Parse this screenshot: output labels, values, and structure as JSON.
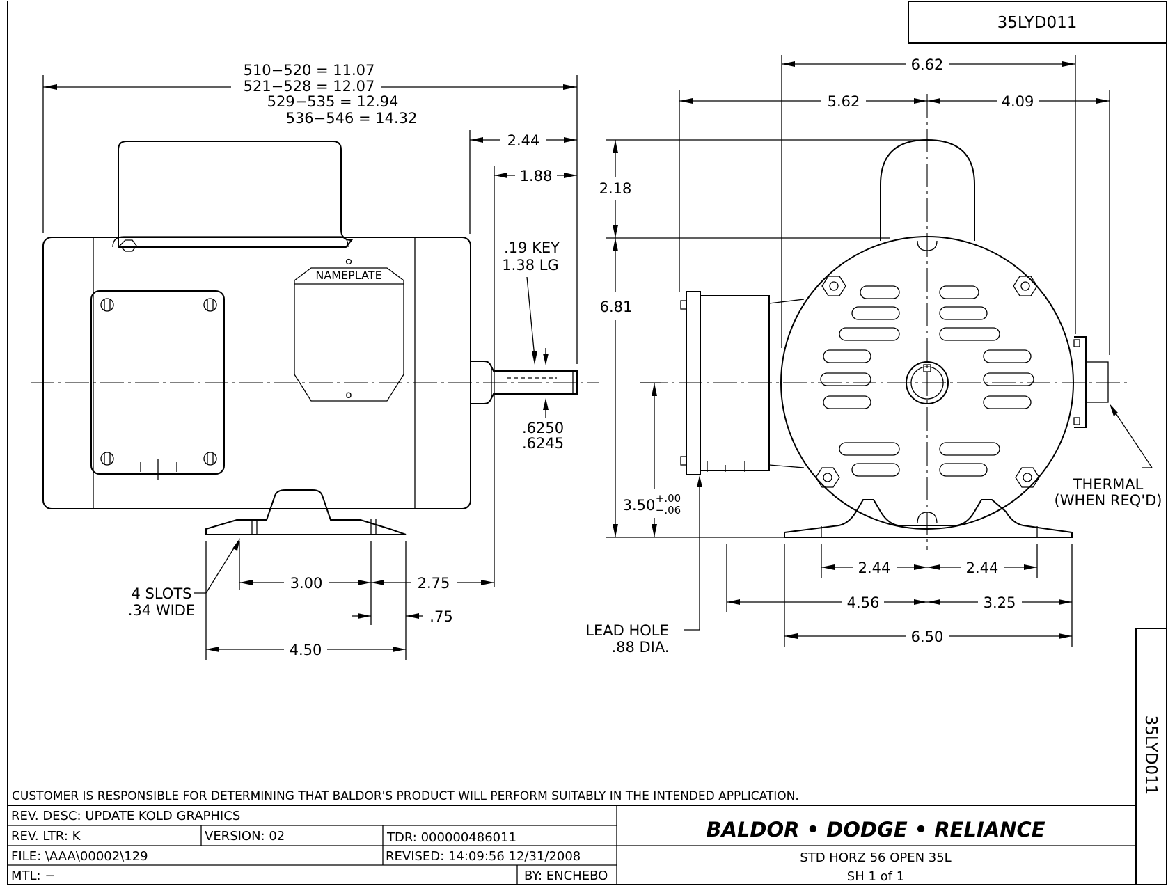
{
  "drawing": {
    "number": "35LYD011",
    "side_number": "35LYD011"
  },
  "side_view": {
    "length_dims": [
      "510−520  =  11.07",
      "521−528  =  12.07",
      "529−535  =  12.94",
      "536−546  =  14.32"
    ],
    "shaft_ext": "2.44",
    "shaft_len": "1.88",
    "key_line1": ".19  KEY",
    "key_line2": "1.38  LG",
    "nameplate": "NAMEPLATE",
    "shaft_dia_1": ".6250",
    "shaft_dia_2": ".6245",
    "slots_line1": "4  SLOTS",
    "slots_line2": ".34  WIDE",
    "dim_300": "3.00",
    "dim_275": "2.75",
    "dim_075": ".75",
    "dim_450": "4.50"
  },
  "end_view": {
    "dim_662": "6.62",
    "dim_562": "5.62",
    "dim_409": "4.09",
    "dim_218": "2.18",
    "dim_681": "6.81",
    "dim_350": "3.50",
    "tol_plus": "+.00",
    "tol_minus": "−.06",
    "dim_244_left": "2.44",
    "dim_244_right": "2.44",
    "dim_456": "4.56",
    "dim_325": "3.25",
    "dim_650": "6.50",
    "thermal_line1": "THERMAL",
    "thermal_line2": "(WHEN REQ'D)",
    "lead_line1": "LEAD  HOLE",
    "lead_line2": ".88  DIA."
  },
  "disclaimer": "CUSTOMER  IS  RESPONSIBLE  FOR  DETERMINING  THAT  BALDOR'S  PRODUCT  WILL  PERFORM  SUITABLY  IN  THE  INTENDED  APPLICATION.",
  "title_block": {
    "rev_desc": "REV.  DESC:   UPDATE  KOLD  GRAPHICS",
    "rev_ltr": "REV.  LTR:   K",
    "version": "VERSION: 02",
    "tdr": "TDR:  000000486011",
    "file": "FILE:  \\AAA\\00002\\129",
    "revised": "REVISED:  14:09:56  12/31/2008",
    "mtl": "MTL:  −",
    "by": "BY: ENCHEBO",
    "logo": "BALDOR • DODGE • RELIANCE",
    "description": "STD  HORZ  56  OPEN  35L",
    "sheet": "SH  1  of  1"
  }
}
